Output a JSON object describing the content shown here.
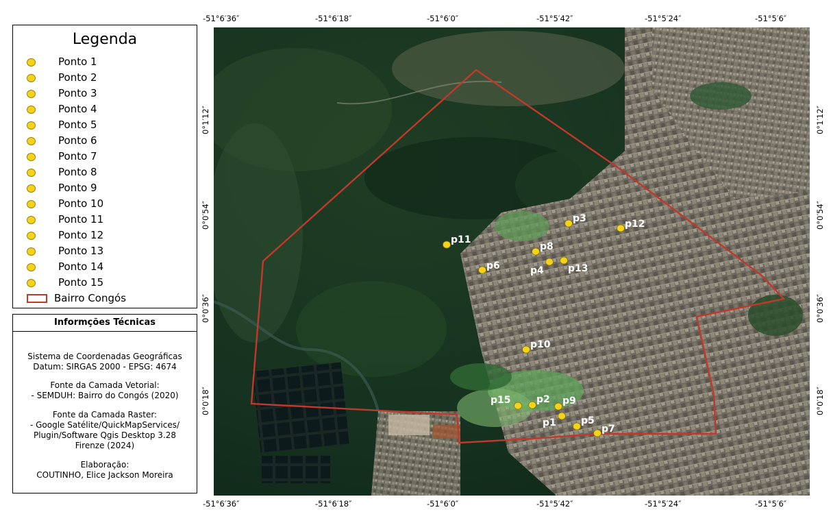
{
  "legend": {
    "title": "Legenda",
    "items": [
      {
        "label": "Ponto 1"
      },
      {
        "label": "Ponto 2"
      },
      {
        "label": "Ponto 3"
      },
      {
        "label": "Ponto 4"
      },
      {
        "label": "Ponto 5"
      },
      {
        "label": "Ponto 6"
      },
      {
        "label": "Ponto 7"
      },
      {
        "label": "Ponto 8"
      },
      {
        "label": "Ponto 9"
      },
      {
        "label": "Ponto 10"
      },
      {
        "label": "Ponto 11"
      },
      {
        "label": "Ponto 12"
      },
      {
        "label": "Ponto 13"
      },
      {
        "label": "Ponto 14"
      },
      {
        "label": "Ponto 15"
      }
    ],
    "boundary_label": "Bairro Congós",
    "point_color": "#f5d21c",
    "boundary_color": "#c0392b"
  },
  "info": {
    "title": "Informções Técnicas",
    "lines": [
      "Sistema de Coordenadas Geográficas",
      "Datum: SIRGAS 2000 - EPSG: 4674",
      "Fonte da Camada Vetorial:",
      "- SEMDUH: Bairro do Congós (2020)",
      "Fonte da Camada Raster:",
      "- Google Satélite/QuickMapServices/",
      "Plugin/Software Qgis Desktop 3.28",
      "Firenze (2024)",
      "Elaboração:",
      "COUTINHO, Elice Jackson Moreira"
    ]
  },
  "map": {
    "lon_ticks": [
      "-51°6′36″",
      "-51°6′18″",
      "-51°6′0″",
      "-51°5′42″",
      "-51°5′24″",
      "-51°5′6″"
    ],
    "lat_ticks": [
      "0°1′12″",
      "0°0′54″",
      "0°0′36″",
      "0°0′18″"
    ],
    "points": [
      {
        "label": "p1"
      },
      {
        "label": "p2"
      },
      {
        "label": "p3"
      },
      {
        "label": "p4"
      },
      {
        "label": "p5"
      },
      {
        "label": "p6"
      },
      {
        "label": "p7"
      },
      {
        "label": "p8"
      },
      {
        "label": "p9"
      },
      {
        "label": "p10"
      },
      {
        "label": "p11"
      },
      {
        "label": "p12"
      },
      {
        "label": "p13"
      },
      {
        "label": "p15"
      }
    ]
  }
}
